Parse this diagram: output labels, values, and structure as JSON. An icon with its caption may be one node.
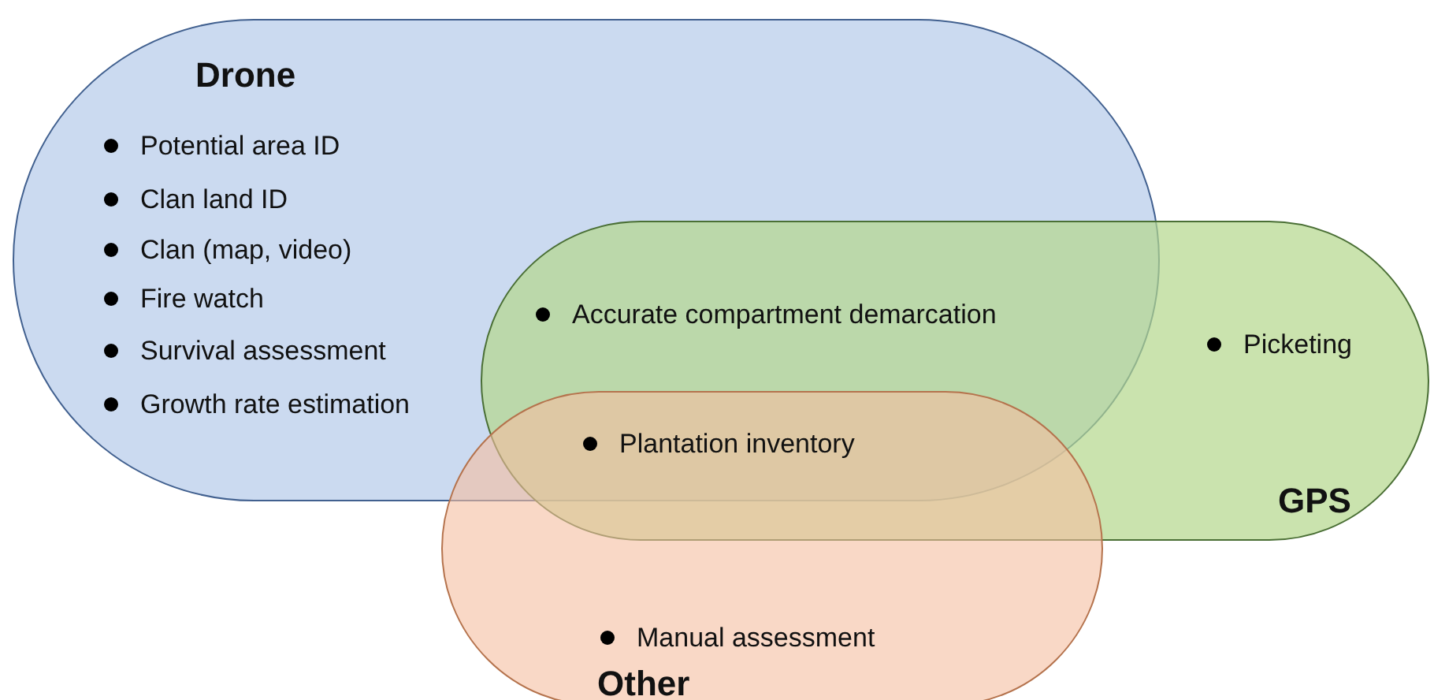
{
  "diagram": {
    "nodes": [
      {
        "text": [
          "Drone",
          "Potential area ID",
          "Clan land ID",
          "Clan (map, video)",
          "Fire watch",
          "Survival assessment",
          "Growth rate estimation"
        ]
      },
      {
        "text": [
          "Picketing",
          "GPS"
        ]
      },
      {
        "text": [
          "Manual assessment",
          "Other"
        ]
      }
    ],
    "labels": [
      "Accurate compartment demarcation",
      "Plantation inventory"
    ]
  }
}
